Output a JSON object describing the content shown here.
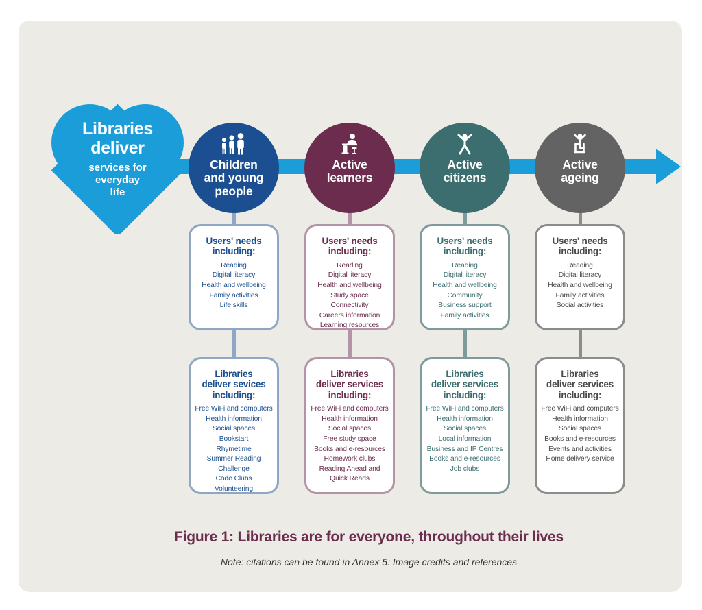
{
  "card": {
    "background": "#ecebe6"
  },
  "spine": {
    "color": "#1b9dd9",
    "arrow_name": "right-arrow"
  },
  "heart": {
    "color": "#1b9dd9",
    "title_line1": "Libraries",
    "title_line2": "deliver",
    "sub_line1": "services for",
    "sub_line2": "everyday",
    "sub_line3": "life"
  },
  "columns": [
    {
      "id": "children-and-young-people",
      "title_line1": "Children",
      "title_line2": "and young",
      "title_line3": "people",
      "color": "#1b4f91",
      "border_color": "#8fa7c4",
      "text_color": "#1b4f91",
      "icon": "family-group-icon",
      "needs": {
        "heading_line1": "Users' needs",
        "heading_line2": "including:",
        "items": [
          "Reading",
          "Digital literacy",
          "Health and wellbeing",
          "Family activities",
          "Life skills"
        ]
      },
      "services": {
        "heading_line1": "Libraries",
        "heading_line2": "deliver sevices",
        "heading_line3": "including:",
        "items": [
          "Free WiFi and computers",
          "Health information",
          "Social spaces",
          "Bookstart",
          "Rhymetime",
          "Summer Reading Challenge",
          "Code Clubs",
          "Volunteering"
        ]
      }
    },
    {
      "id": "active-learners",
      "title_line1": "Active",
      "title_line2": "learners",
      "title_line3": "",
      "color": "#6b2c4e",
      "border_color": "#b294a6",
      "text_color": "#6b2c4e",
      "icon": "person-at-desk-icon",
      "needs": {
        "heading_line1": "Users' needs",
        "heading_line2": "including:",
        "items": [
          "Reading",
          "Digital literacy",
          "Health and wellbeing",
          "Study space",
          "Connectivity",
          "Careers information",
          "Learning resources"
        ]
      },
      "services": {
        "heading_line1": "Libraries",
        "heading_line2": "deliver services",
        "heading_line3": "including:",
        "items": [
          "Free WiFi and computers",
          "Health information",
          "Social spaces",
          "Free study space",
          "Books and e-resources",
          "Homework clubs",
          "Reading Ahead and Quick Reads"
        ]
      }
    },
    {
      "id": "active-citizens",
      "title_line1": "Active",
      "title_line2": "citizens",
      "title_line3": "",
      "color": "#3c6e70",
      "border_color": "#7e9a9b",
      "text_color": "#3c6e70",
      "icon": "person-arms-raised-icon",
      "needs": {
        "heading_line1": "Users' needs",
        "heading_line2": "including:",
        "items": [
          "Reading",
          "Digital literacy",
          "Health and wellbeing",
          "Community",
          "Business support",
          "Family activities"
        ]
      },
      "services": {
        "heading_line1": "Libraries",
        "heading_line2": "deliver services",
        "heading_line3": "including:",
        "items": [
          "Free WiFi and computers",
          "Health information",
          "Social spaces",
          "Local information",
          "Business and IP Centres",
          "Books and e-resources",
          "Job clubs"
        ]
      }
    },
    {
      "id": "active-ageing",
      "title_line1": "Active",
      "title_line2": "ageing",
      "title_line3": "",
      "color": "#636363",
      "border_color": "#8c8c8c",
      "text_color": "#4a4a4a",
      "icon": "person-seated-arms-raised-icon",
      "needs": {
        "heading_line1": "Users' needs",
        "heading_line2": "including:",
        "items": [
          "Reading",
          "Digital literacy",
          "Health and wellbeing",
          "Family activities",
          "Social activities"
        ]
      },
      "services": {
        "heading_line1": "Libraries",
        "heading_line2": "deliver services",
        "heading_line3": "including:",
        "items": [
          "Free WiFi and computers",
          "Health information",
          "Social spaces",
          "Books and e-resources",
          "Events and activities",
          "Home delivery service"
        ]
      }
    }
  ],
  "caption": {
    "figure": "Figure 1: Libraries are for everyone, throughout their lives",
    "note": "Note: citations can be found in Annex 5: Image credits and references",
    "figure_color": "#6b2c4e"
  }
}
